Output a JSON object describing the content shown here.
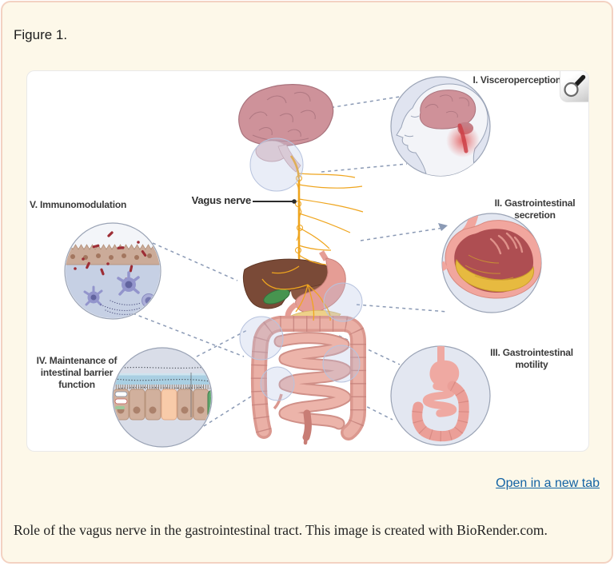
{
  "figure": {
    "label": "Figure 1.",
    "open_in_new_tab_label": "Open in a new tab",
    "caption": "Role of the vagus nerve in the gastrointestinal tract. This image is created with BioRender.com."
  },
  "illustration": {
    "vagus_label": "Vagus nerve",
    "callouts": [
      {
        "label": "I. Visceroperception"
      },
      {
        "label": "II. Gastrointestinal secretion"
      },
      {
        "label": "III. Gastrointestinal motility"
      },
      {
        "label": "IV. Maintenance of intestinal barrier function"
      },
      {
        "label": "V. Immunomodulation"
      }
    ],
    "icons": {
      "zoom_button": "magnifying-glass-icon"
    }
  },
  "colors": {
    "card_background": "#fdf8e9",
    "card_border": "#f3d2c2",
    "panel_background": "#ffffff",
    "link": "#1363a4",
    "label_text": "#3a3a3a",
    "vagus_nerve": "#efa51e",
    "dashed_connector": "#8b9ab5",
    "callout_circle_fill": "#e2e6f0",
    "callout_circle_stroke": "#9aa3b5",
    "brain": "#ce929a",
    "liver": "#7a4a37",
    "intestine": "#db988f"
  }
}
